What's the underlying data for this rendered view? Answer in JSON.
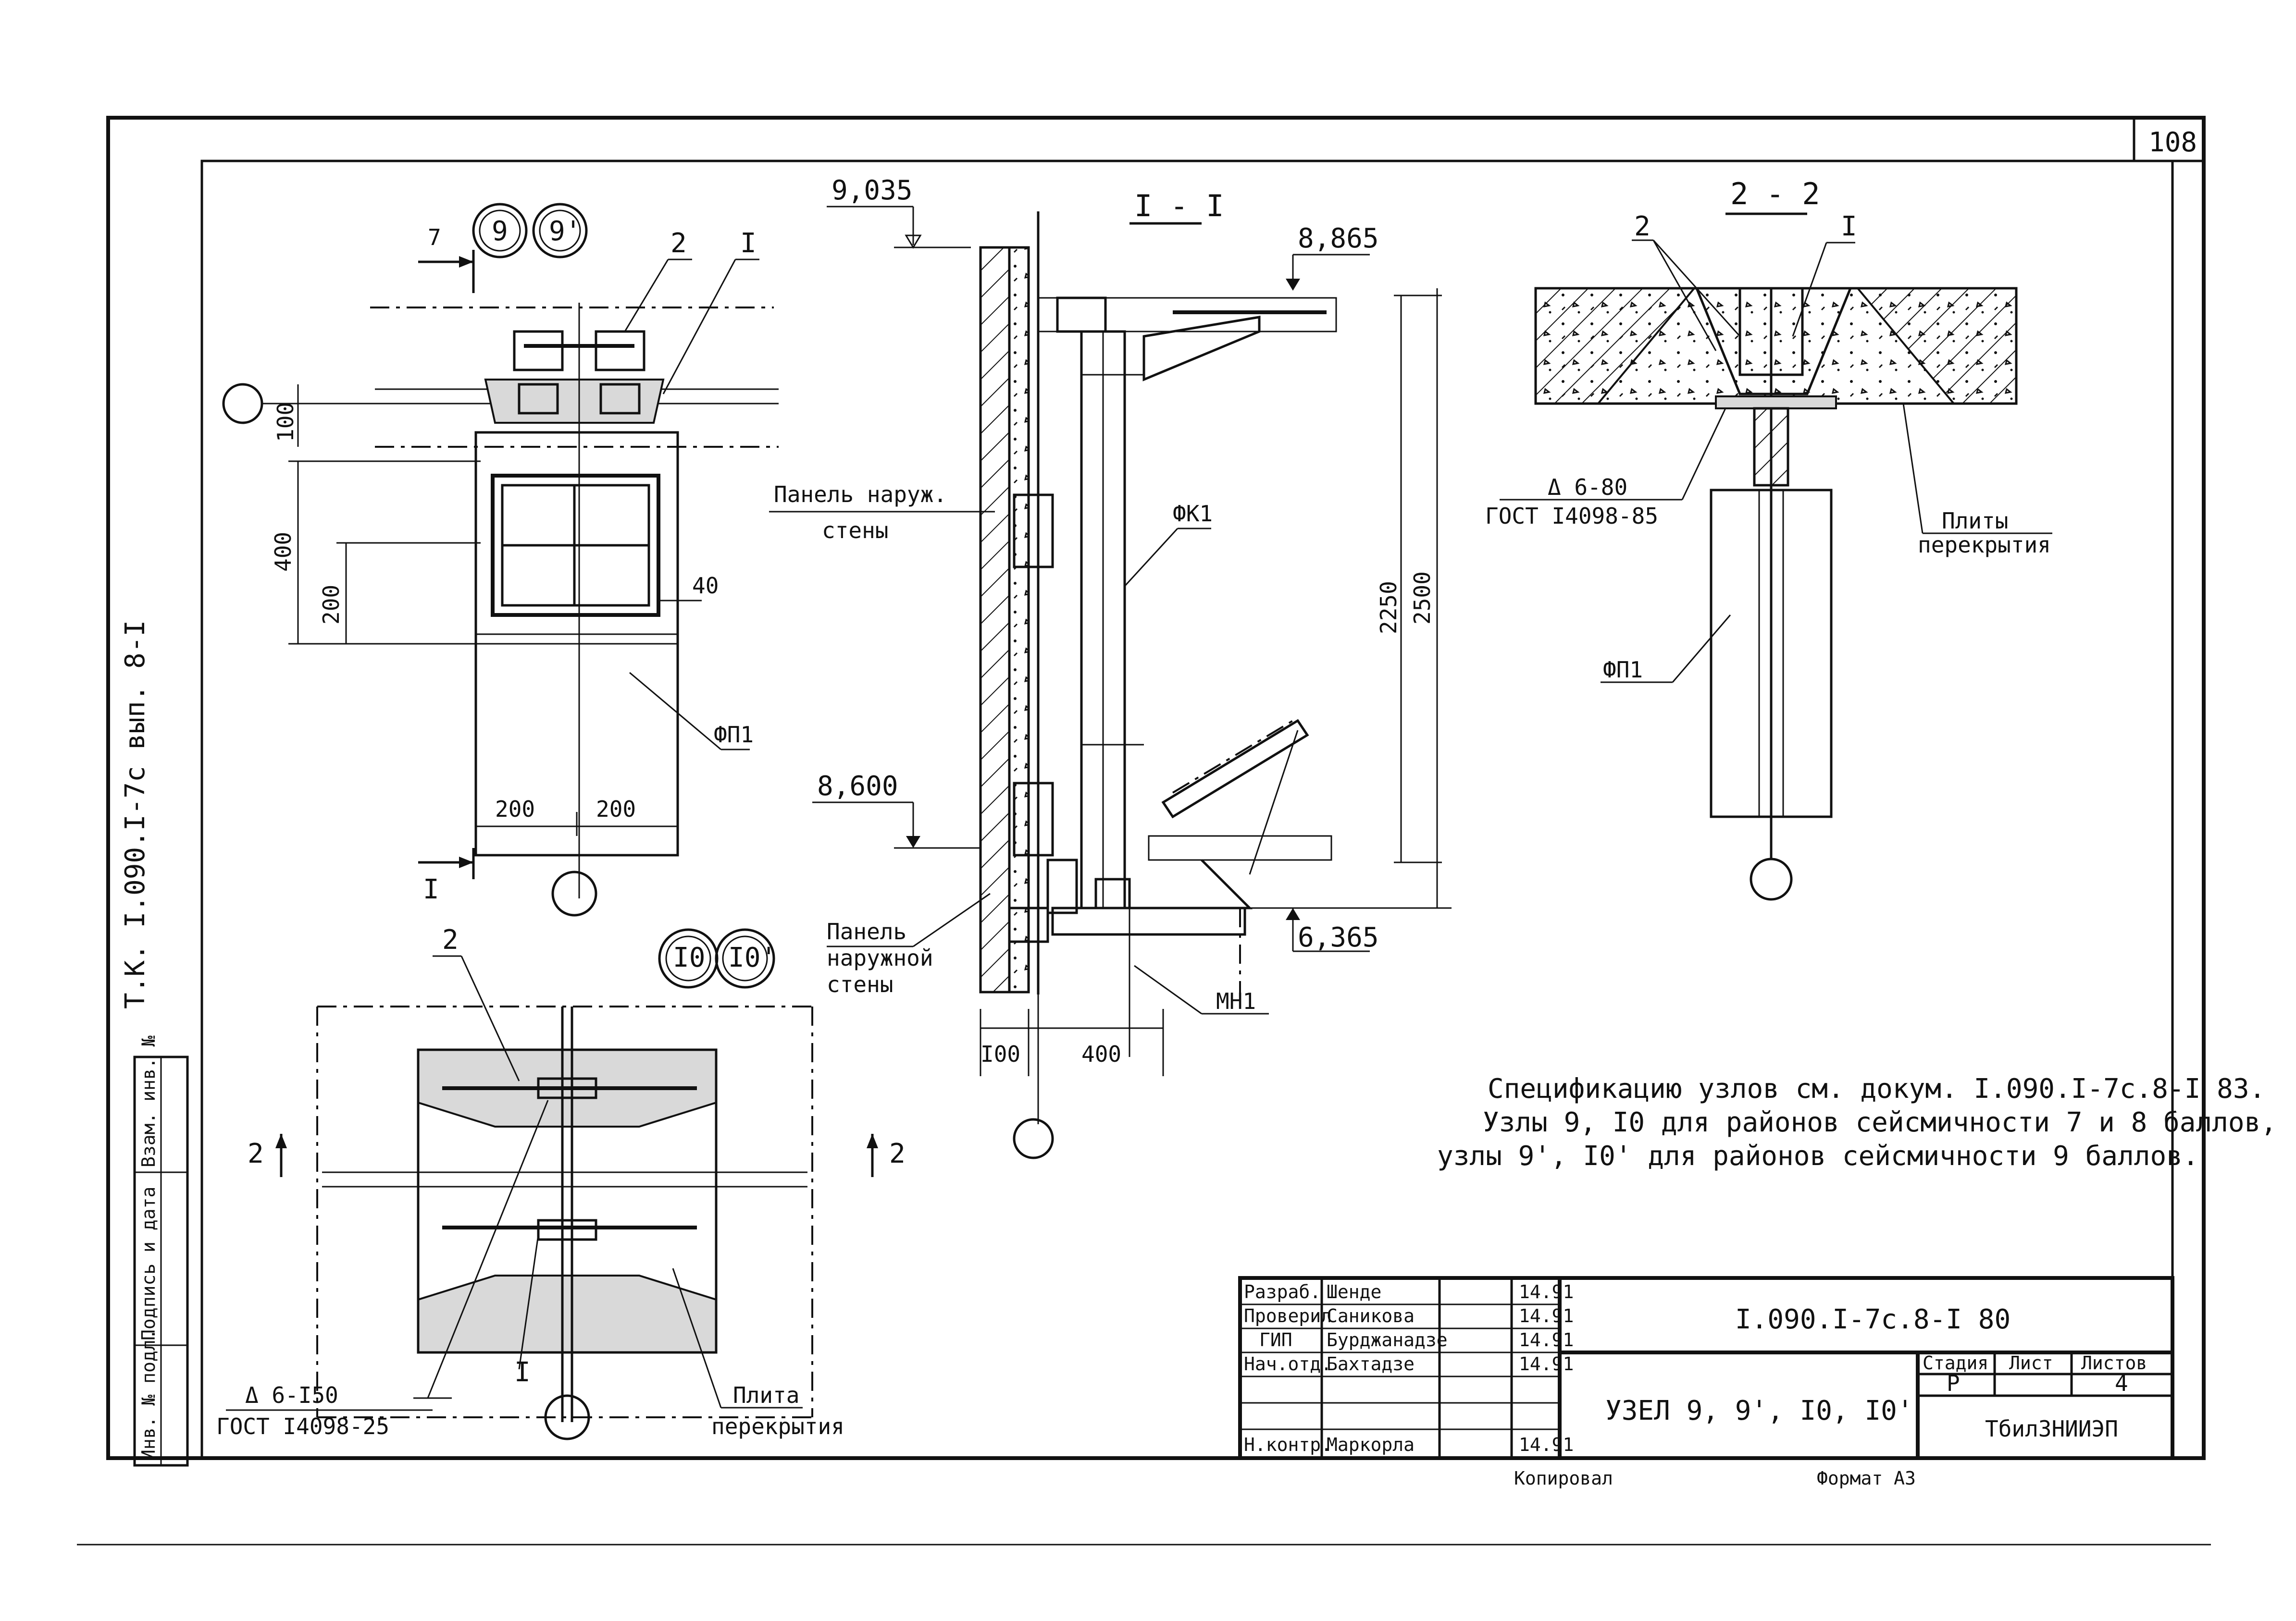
{
  "sheet": {
    "page_number": "108",
    "side_stamp": "Т.К. I.090.I-7c вып. 8-I",
    "side_columns": [
      "Инв. № подл.",
      "Подпись и дата",
      "Взам. инв. №"
    ]
  },
  "plan_top": {
    "node_labels": [
      "9",
      "9'"
    ],
    "section_mark": "I",
    "arrow_top": "7",
    "callouts": [
      "2",
      "I"
    ],
    "dims": {
      "d100": "100",
      "d400": "400",
      "d200": "200",
      "d40": "40",
      "d200a": "200",
      "d200b": "200"
    },
    "panel_label": "ФП1"
  },
  "plan_bottom": {
    "node_labels": [
      "I0",
      "I0'"
    ],
    "callout_2": "2",
    "callout_I": "I",
    "section_2_left": "2",
    "section_2_right": "2",
    "weld_note": "Δ 6-I50",
    "weld_gost": "ГОСТ I4098-25",
    "slab_label_1": "Плита",
    "slab_label_2": "перекрытия"
  },
  "section_1": {
    "title": "I - I",
    "elev_top": "9,035",
    "elev_beam": "8,865",
    "elev_mid": "8,600",
    "elev_bottom": "6,365",
    "wall_label_1": "Панель наруж.",
    "wall_label_2": "стены",
    "wall_label_b1": "Панель",
    "wall_label_b2": "наружной",
    "wall_label_b3": "стены",
    "column_label": "ФК1",
    "bottom_label": "МН1",
    "dim_2250": "2250",
    "dim_2500": "2500",
    "dim_100": "I00",
    "dim_400": "400"
  },
  "section_2": {
    "title": "2 - 2",
    "callout_2": "2",
    "callout_I": "I",
    "weld_note": "Δ 6-80",
    "weld_gost": "ГОСТ I4098-85",
    "slab_label_1": "Плиты",
    "slab_label_2": "перекрытия",
    "panel_label": "ФП1"
  },
  "notes": [
    "Спецификацию узлов см. докум. I.090.I-7c.8-I  83.",
    "Узлы 9, I0 для районов сейсмичности 7 и 8 баллов,",
    "узлы 9', I0' для районов сейсмичности 9 баллов."
  ],
  "title_block": {
    "doc_code": "I.090.I-7c.8-I  80",
    "sheet_title": "УЗЕЛ 9, 9', I0, I0'",
    "org": "ТбилЗНИИЭП",
    "stage_header": "Стадия",
    "sheet_header": "Лист",
    "sheets_header": "Листов",
    "stage_value": "Р",
    "sheet_value": "",
    "sheets_value": "4",
    "rows": [
      {
        "role": "Разраб.",
        "name": "Шенде",
        "date": "14.91"
      },
      {
        "role": "Проверил",
        "name": "Саникова",
        "date": "14.91"
      },
      {
        "role": "ГИП",
        "name": "Бурджанадзе",
        "date": "14.91"
      },
      {
        "role": "Нач.отд.",
        "name": "Бахтадзе",
        "date": "14.91"
      },
      {
        "role": "",
        "name": "",
        "date": ""
      },
      {
        "role": "",
        "name": "",
        "date": ""
      },
      {
        "role": "Н.контр.",
        "name": "Маркорла",
        "date": "14.91"
      }
    ]
  },
  "footer": {
    "copied": "Копировал",
    "format": "Формат А3"
  }
}
